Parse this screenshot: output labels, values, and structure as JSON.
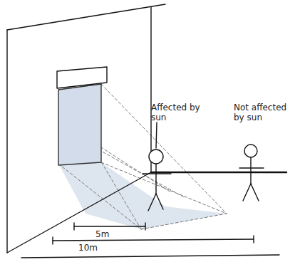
{
  "diagram": {
    "labels": [
      "Affected by sun",
      "Not affected by sun",
      "5m",
      "10m"
    ]
  }
}
